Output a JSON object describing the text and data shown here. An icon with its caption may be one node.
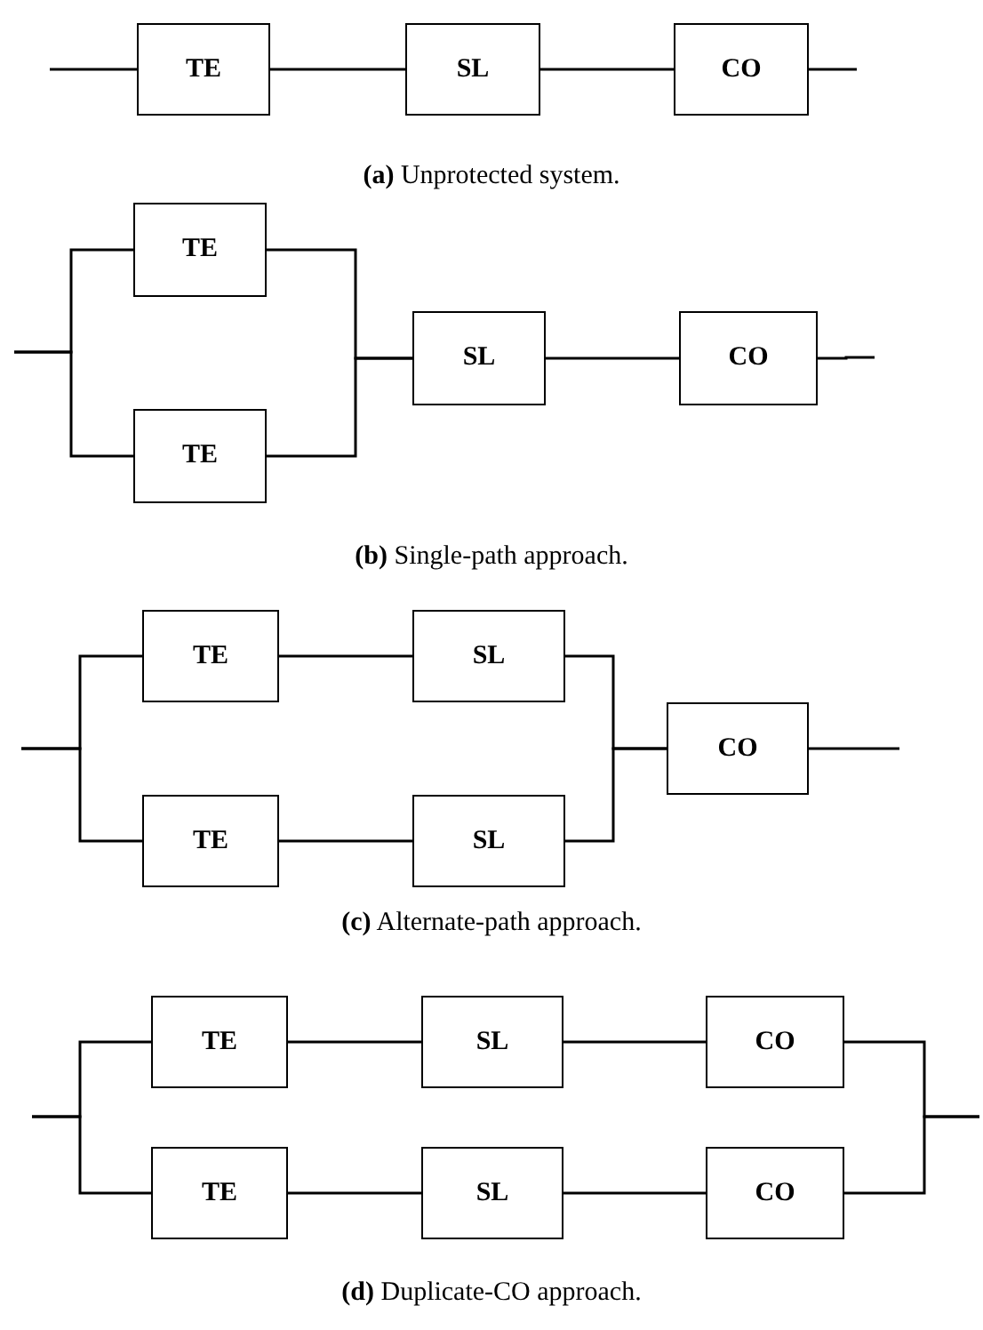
{
  "diagram": {
    "nodes": [
      {
        "text": [
          "TE"
        ]
      },
      {
        "text": [
          "SL"
        ]
      },
      {
        "text": [
          "CO"
        ]
      },
      {
        "text": [
          "TE"
        ]
      },
      {
        "text": [
          "TE"
        ]
      },
      {
        "text": [
          "SL"
        ]
      },
      {
        "text": [
          "CO"
        ]
      },
      {
        "text": [
          "TE"
        ]
      },
      {
        "text": [
          "SL"
        ]
      },
      {
        "text": [
          "TE"
        ]
      },
      {
        "text": [
          "SL"
        ]
      },
      {
        "text": [
          "CO"
        ]
      },
      {
        "text": [
          "TE"
        ]
      },
      {
        "text": [
          "SL"
        ]
      },
      {
        "text": [
          "CO"
        ]
      },
      {
        "text": [
          "TE"
        ]
      },
      {
        "text": [
          "SL"
        ]
      },
      {
        "text": [
          "CO"
        ]
      }
    ],
    "edges": [
      {
        "from": null,
        "to": 0,
        "arrow": "none"
      },
      {
        "from": 0,
        "to": 1,
        "arrow": "none"
      },
      {
        "from": 1,
        "to": 2,
        "arrow": "none"
      },
      {
        "from": 2,
        "to": null,
        "arrow": "none"
      },
      {
        "from": null,
        "to": 3,
        "arrow": "none"
      },
      {
        "from": null,
        "to": 4,
        "arrow": "none"
      },
      {
        "from": 3,
        "to": 5,
        "arrow": "none"
      },
      {
        "from": 4,
        "to": 5,
        "arrow": "none"
      },
      {
        "from": 5,
        "to": 6,
        "arrow": "none"
      },
      {
        "from": 6,
        "to": null,
        "arrow": "none"
      },
      {
        "from": null,
        "to": 7,
        "arrow": "none"
      },
      {
        "from": null,
        "to": 9,
        "arrow": "none"
      },
      {
        "from": 7,
        "to": 8,
        "arrow": "none"
      },
      {
        "from": 9,
        "to": 10,
        "arrow": "none"
      },
      {
        "from": 8,
        "to": 11,
        "arrow": "none"
      },
      {
        "from": 10,
        "to": 11,
        "arrow": "none"
      },
      {
        "from": 11,
        "to": null,
        "arrow": "none"
      },
      {
        "from": null,
        "to": 12,
        "arrow": "none"
      },
      {
        "from": null,
        "to": 15,
        "arrow": "none"
      },
      {
        "from": 12,
        "to": 13,
        "arrow": "none"
      },
      {
        "from": 13,
        "to": 14,
        "arrow": "none"
      },
      {
        "from": 15,
        "to": 16,
        "arrow": "none"
      },
      {
        "from": 16,
        "to": 17,
        "arrow": "none"
      },
      {
        "from": 14,
        "to": null,
        "arrow": "none"
      },
      {
        "from": 17,
        "to": null,
        "arrow": "none"
      }
    ],
    "labels": [
      "**(a)** Unprotected system.",
      "**(b)** Single-path approach.",
      "**(c)** Alternate-path approach.",
      "**(d)** Duplicate-CO approach."
    ]
  }
}
